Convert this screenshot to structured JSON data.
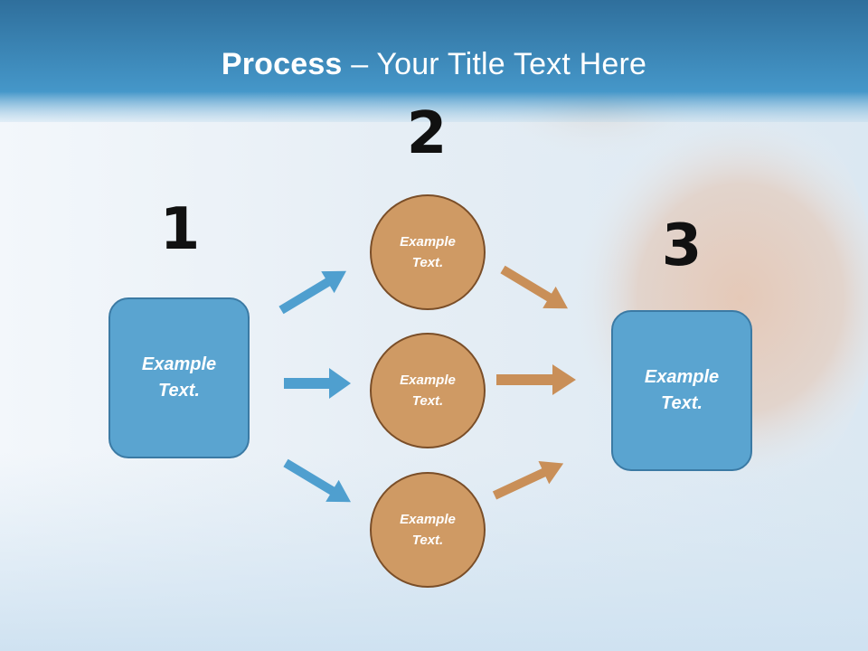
{
  "slide": {
    "title_bold": "Process",
    "title_rest": " – Your Title Text Here",
    "colors": {
      "header": "#3a86b8",
      "box": "#5aa4d0",
      "circle": "#cf9a64",
      "blue_arrow": "#4f9fcf",
      "orange_arrow": "#c98f58"
    }
  },
  "diagram": {
    "step1": {
      "number": "1",
      "box_text": "Example\nText."
    },
    "step2": {
      "number": "2",
      "circles": [
        "Example\nText.",
        "Example\nText.",
        "Example\nText."
      ]
    },
    "step3": {
      "number": "3",
      "box_text": "Example\nText."
    }
  }
}
